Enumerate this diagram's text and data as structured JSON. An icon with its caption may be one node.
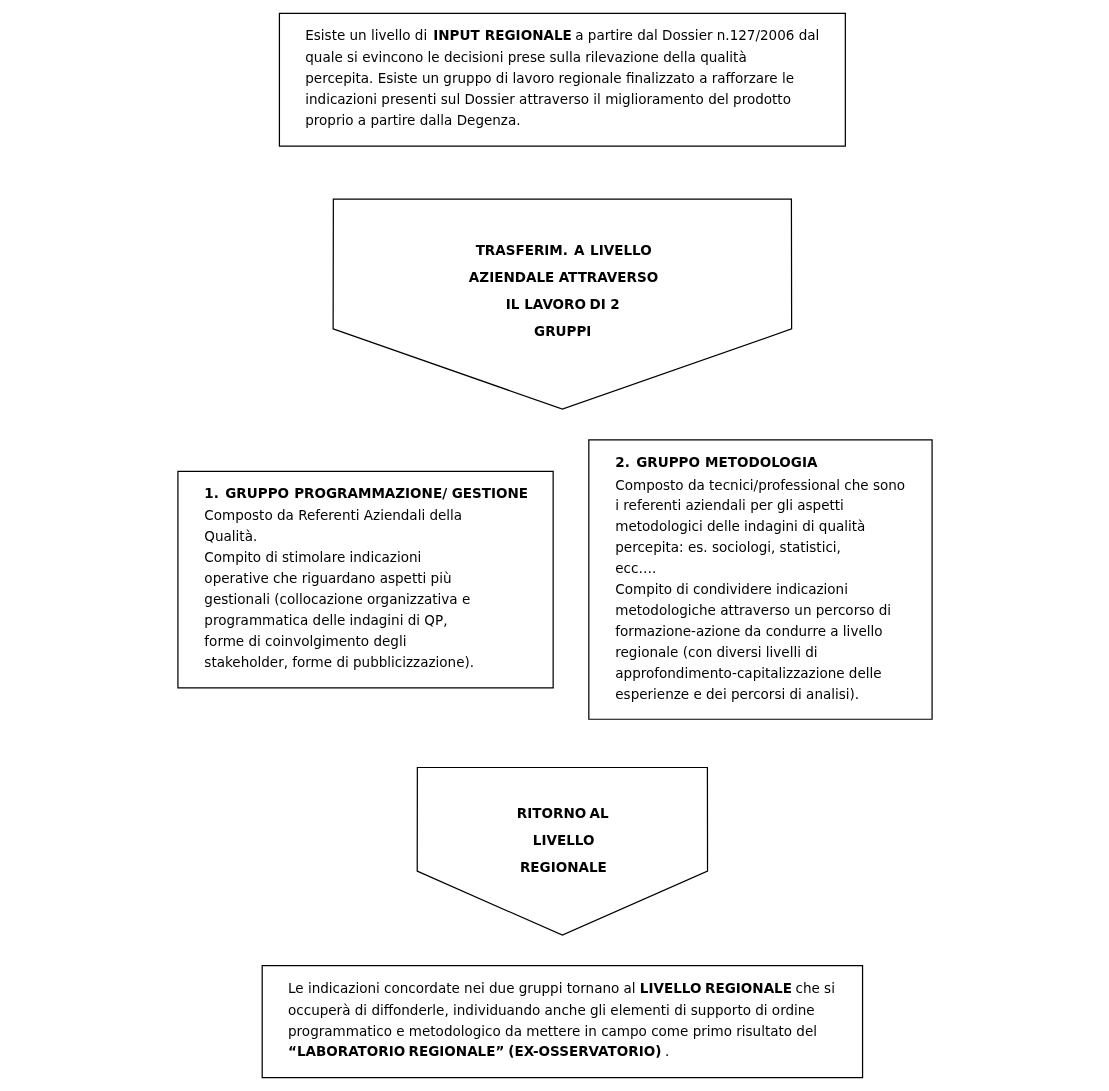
{
  "diagram": {
    "nodes": [
      {
        "text": [
          "Esiste un livello di **INPUT REGIONALE** a partire dal Dossier n.127/2006 dal quale si evincono le decisioni prese sulla rilevazione della qualità percepita. Esiste un gruppo di lavoro regionale finalizzato a rafforzare le indicazioni presenti sul Dossier attraverso il miglioramento del prodotto proprio a partire dalla Degenza."
        ]
      },
      {
        "text": [
          "TRASFERIM. A LIVELLO AZIENDALE ATTRAVERSO IL LAVORO DI 2 GRUPPI"
        ]
      },
      {
        "text": [
          "1. GRUPPO PROGRAMMAZIONE/ GESTIONE",
          "Composto da Referenti Aziendali della Qualità.",
          "Compito di stimolare indicazioni operative che riguardano aspetti più gestionali (collocazione organizzativa e programmatica delle indagini di QP, forme di coinvolgimento degli stakeholder, forme di pubblicizzazione)."
        ]
      },
      {
        "text": [
          "2. GRUPPO METODOLOGIA",
          "Composto da tecnici/professional che sono i referenti aziendali per gli aspetti metodologici delle indagini di qualità percepita: es. sociologi, statistici, ecc….",
          "Compito di condividere indicazioni metodologiche attraverso un percorso di formazione-azione da condurre a livello regionale (con diversi livelli di approfondimento-capitalizzazione delle esperienze e dei percorsi di analisi)."
        ]
      },
      {
        "text": [
          "RITORNO AL LIVELLO REGIONALE"
        ]
      },
      {
        "text": [
          "Le indicazioni concordate nei due gruppi tornano al **LIVELLO REGIONALE** che si occuperà di diffonderle, individuando anche gli elementi di supporto di ordine programmatico e metodologico da mettere in campo come primo risultato del **“LABORATORIO REGIONALE” (EX-OSSERVATORIO)**."
        ]
      }
    ],
    "edges": []
  }
}
